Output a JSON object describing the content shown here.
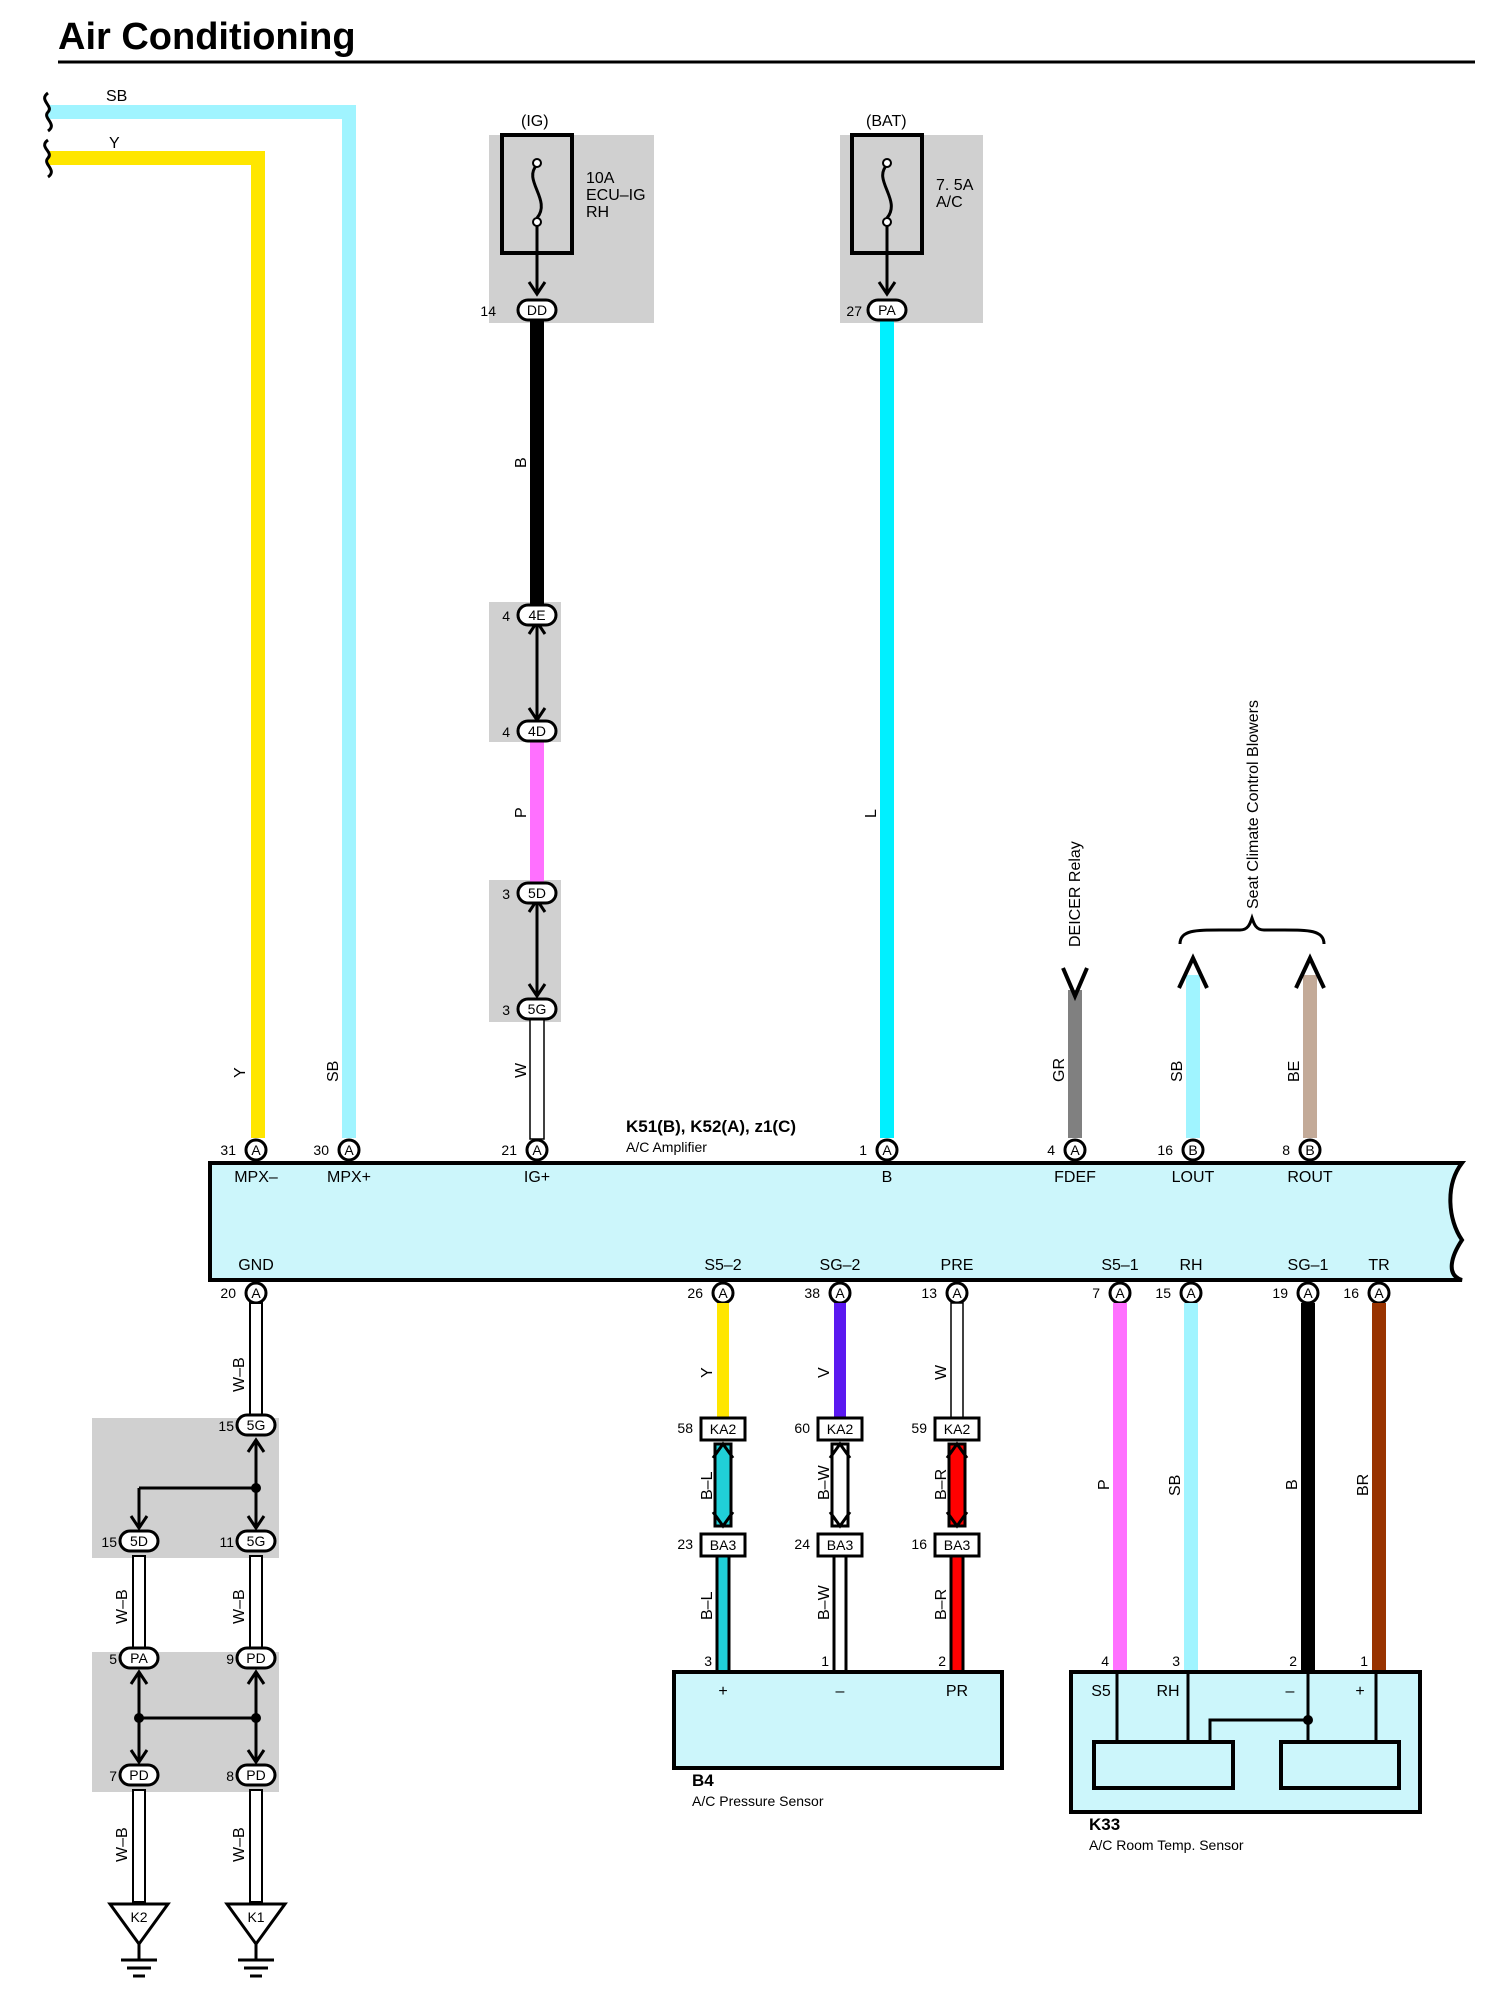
{
  "title": "Air Conditioning",
  "off_page": {
    "wire1": "SB",
    "wire2": "Y"
  },
  "fuses": [
    {
      "source": "(IG)",
      "rating": "10A",
      "line2": "ECU–IG",
      "line3": "RH",
      "pin": "14",
      "connector": "DD"
    },
    {
      "source": "(BAT)",
      "rating": "7. 5A",
      "line2": "A/C",
      "line3": "",
      "pin": "27",
      "connector": "PA"
    }
  ],
  "inline_connectors": [
    {
      "pin": "4",
      "code": "4E"
    },
    {
      "pin": "4",
      "code": "4D"
    },
    {
      "pin": "3",
      "code": "5D"
    },
    {
      "pin": "3",
      "code": "5G"
    }
  ],
  "amplifier": {
    "id": "K51(B), K52(A), z1(C)",
    "name": "A/C Amplifier",
    "top_pins": [
      {
        "num": "31",
        "conn": "A",
        "term": "MPX–",
        "wire": "Y",
        "color": "#ffe600"
      },
      {
        "num": "30",
        "conn": "A",
        "term": "MPX+",
        "wire": "SB",
        "color": "#a0f4ff"
      },
      {
        "num": "21",
        "conn": "A",
        "term": "IG+",
        "wire": "W",
        "color": "#ffffff"
      },
      {
        "num": "1",
        "conn": "A",
        "term": "B",
        "wire": "L",
        "color": "#00f0ff"
      },
      {
        "num": "4",
        "conn": "A",
        "term": "FDEF",
        "wire": "GR",
        "color": "#808080"
      },
      {
        "num": "16",
        "conn": "B",
        "term": "LOUT",
        "wire": "SB",
        "color": "#a0f4ff"
      },
      {
        "num": "8",
        "conn": "B",
        "term": "ROUT",
        "wire": "BE",
        "color": "#c3aa98"
      }
    ],
    "bottom_pins": [
      {
        "num": "20",
        "conn": "A",
        "term": "GND",
        "wire": "W–B"
      },
      {
        "num": "26",
        "conn": "A",
        "term": "S5–2",
        "wire": "Y",
        "color": "#ffe600"
      },
      {
        "num": "38",
        "conn": "A",
        "term": "SG–2",
        "wire": "V",
        "color": "#5a18f0"
      },
      {
        "num": "13",
        "conn": "A",
        "term": "PRE",
        "wire": "W",
        "color": "#ffffff"
      },
      {
        "num": "7",
        "conn": "A",
        "term": "S5–1",
        "wire": "P",
        "color": "#ff70ff"
      },
      {
        "num": "15",
        "conn": "A",
        "term": "RH",
        "wire": "SB",
        "color": "#a0f4ff"
      },
      {
        "num": "19",
        "conn": "A",
        "term": "SG–1",
        "wire": "B",
        "color": "#000000"
      },
      {
        "num": "16",
        "conn": "A",
        "term": "TR",
        "wire": "BR",
        "color": "#993300"
      }
    ]
  },
  "wire_labels": {
    "ig_upper": "B",
    "ig_middle": "P",
    "ig_lower": "W",
    "bat": "L"
  },
  "destinations": {
    "deicer": "DEICER Relay",
    "seat": "Seat Climate Control Blowers"
  },
  "ground_path": {
    "wire": "W–B",
    "connectors": [
      {
        "pin": "15",
        "code": "5G"
      },
      {
        "pin": "15",
        "code": "5D"
      },
      {
        "pin": "11",
        "code": "5G"
      },
      {
        "pin": "5",
        "code": "PA"
      },
      {
        "pin": "9",
        "code": "PD"
      },
      {
        "pin": "7",
        "code": "PD"
      },
      {
        "pin": "8",
        "code": "PD"
      }
    ],
    "grounds": [
      "K2",
      "K1"
    ]
  },
  "ka2_ba3": [
    {
      "ka2_pin": "58",
      "ba3_pin": "23",
      "wire": "B–L",
      "color": "#20d0d8",
      "sensor_pin": "3"
    },
    {
      "ka2_pin": "60",
      "ba3_pin": "24",
      "wire": "B–W",
      "color": "#ffffff",
      "sensor_pin": "1"
    },
    {
      "ka2_pin": "59",
      "ba3_pin": "16",
      "wire": "B–R",
      "color": "#ff0000",
      "sensor_pin": "2"
    }
  ],
  "connector_codes": {
    "upper": "KA2",
    "lower": "BA3"
  },
  "pressure_sensor": {
    "id": "B4",
    "name": "A/C Pressure Sensor",
    "terminals": [
      "+",
      "–",
      "PR"
    ]
  },
  "room_sensor": {
    "id": "K33",
    "name": "A/C Room Temp.  Sensor",
    "terminals": [
      "S5",
      "RH",
      "–",
      "+"
    ],
    "pins": [
      "4",
      "3",
      "2",
      "1"
    ]
  },
  "colors": {
    "body_fill": "#ccf6fb",
    "shade": "#d0d0d0"
  }
}
